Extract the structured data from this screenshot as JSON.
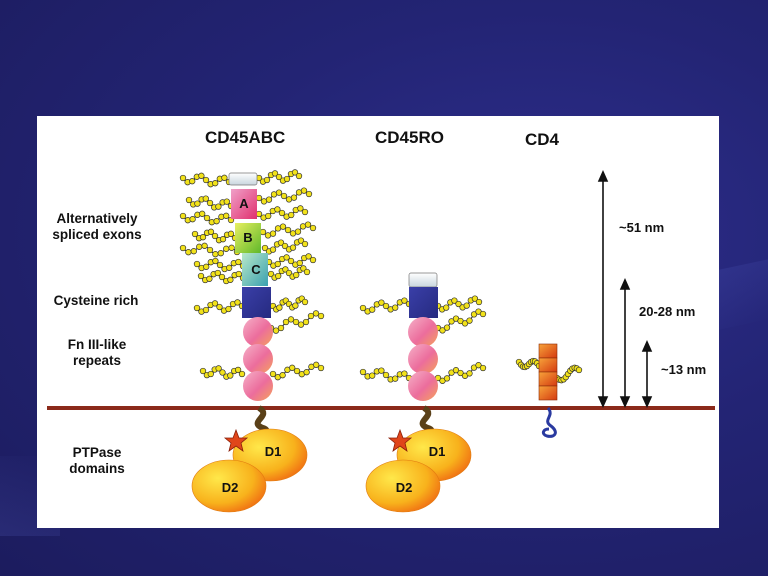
{
  "titles": {
    "cd45abc": "CD45ABC",
    "cd45ro": "CD45RO",
    "cd4": "CD4"
  },
  "regions": {
    "exons_line1": "Alternatively",
    "exons_line2": "spliced exons",
    "cysteine": "Cysteine rich",
    "fn_line1": "Fn III-like",
    "fn_line2": "repeats",
    "ptpase_line1": "PTPase",
    "ptpase_line2": "domains"
  },
  "exons": {
    "a": "A",
    "b": "B",
    "c": "C"
  },
  "domains": {
    "d1": "D1",
    "d2": "D2"
  },
  "measurements": {
    "m51": "~51 nm",
    "m20": "20-28 nm",
    "m13": "~13 nm"
  },
  "colors": {
    "background": "#232474",
    "membrane": "#8b2a1a",
    "exon_a": "#e8488a",
    "exon_b": "#8ccf2e",
    "exon_c": "#4fb0b0",
    "cysteine": "#34369a",
    "fn_repeat": "#f07fa8",
    "ptpase": "#f6b81c",
    "cd4": "#e05a12",
    "glycan_bead": "#f2e21a"
  }
}
